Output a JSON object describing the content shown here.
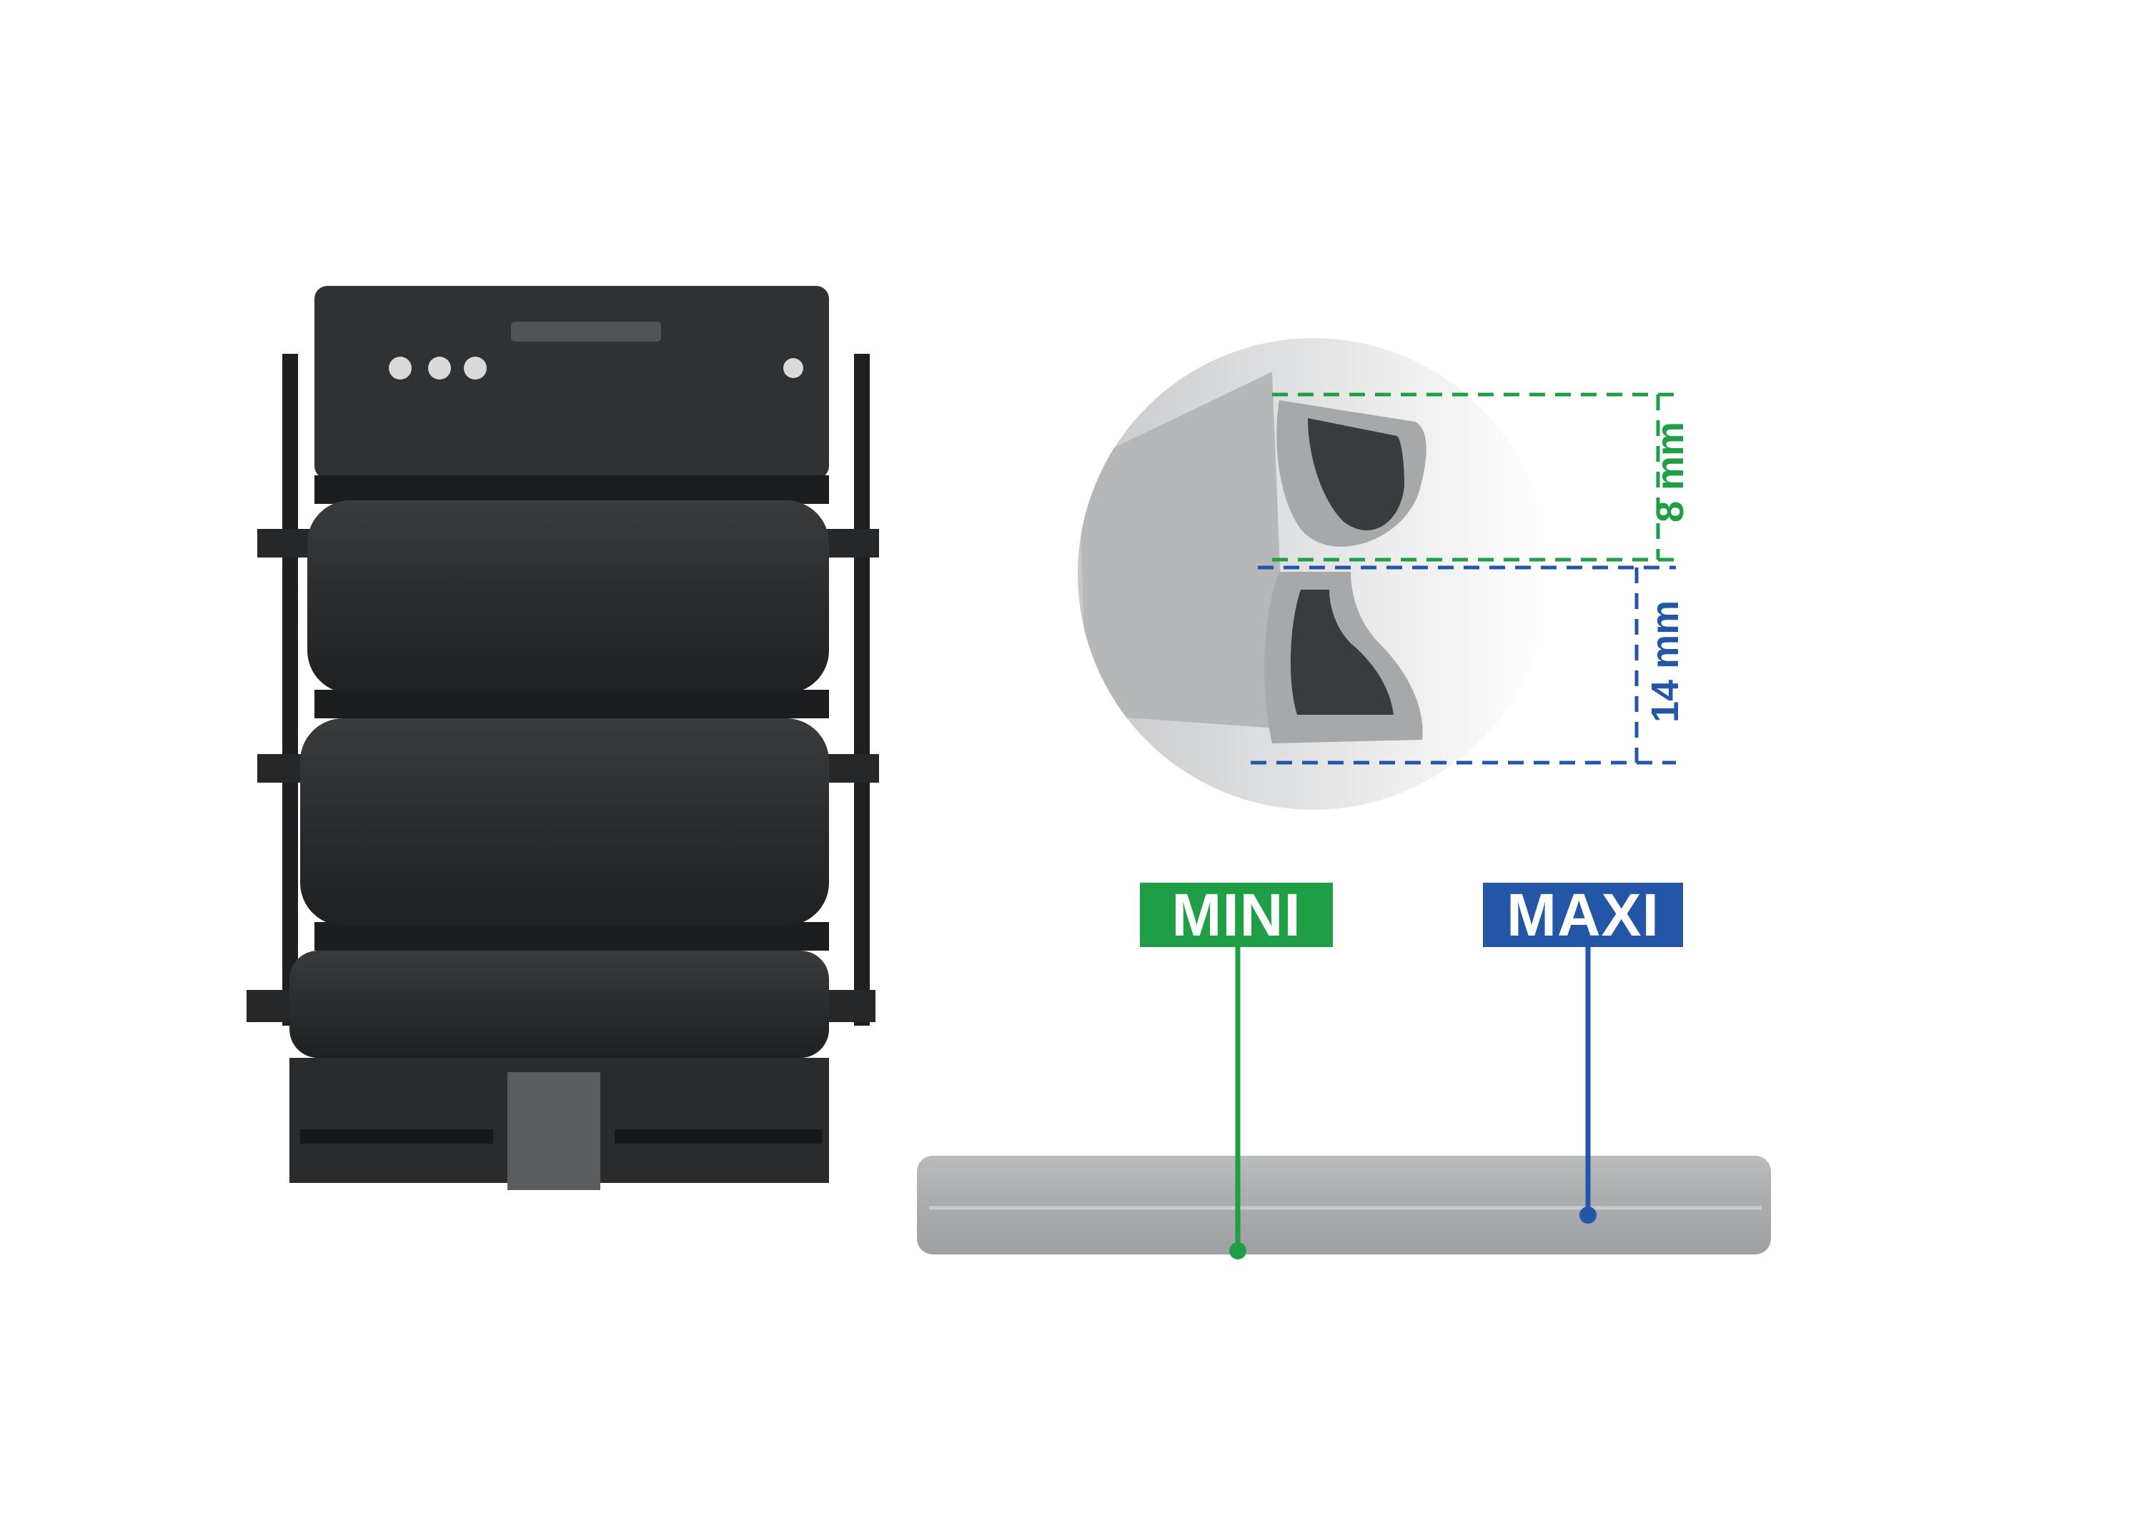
{
  "labels": {
    "mini": "MINI",
    "maxi": "MAXI"
  },
  "dimensions": {
    "mini": "8 mm",
    "maxi": "14 mm"
  },
  "colors": {
    "mini": "#1e9e45",
    "maxi": "#2356a6",
    "seal": "#aeb0b2",
    "holder": "#2e2f31"
  }
}
